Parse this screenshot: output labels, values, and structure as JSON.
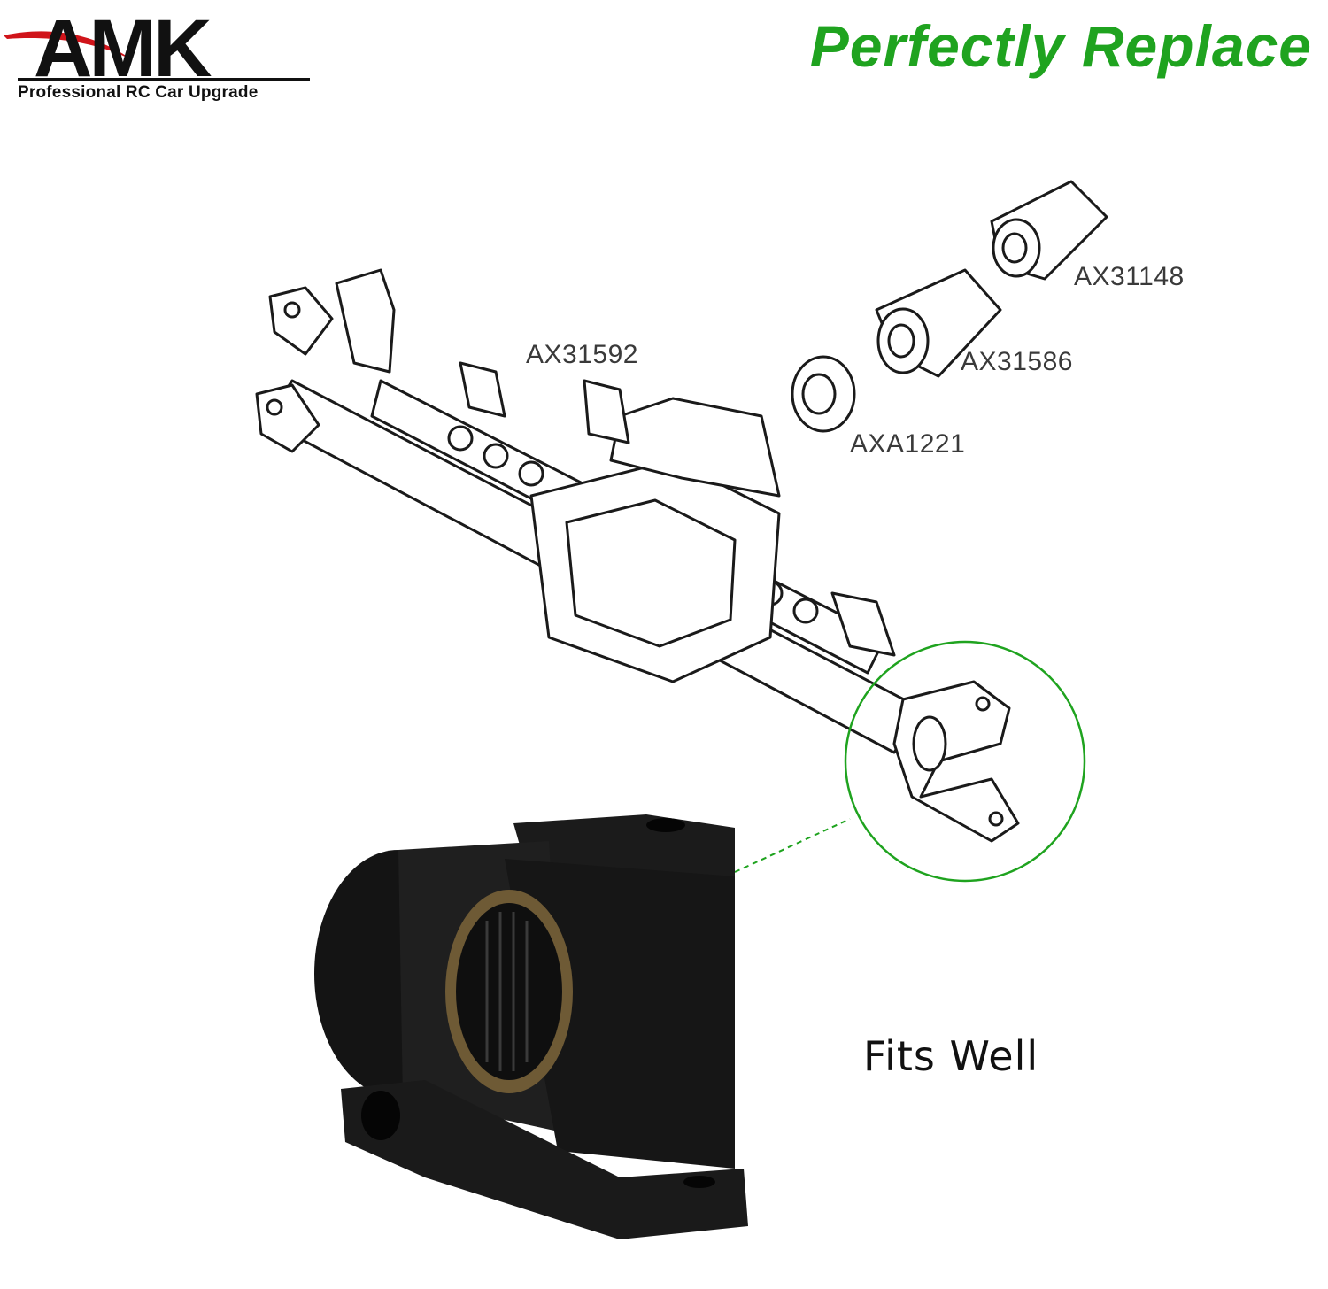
{
  "brand": {
    "name": "AMK",
    "tagline": "Professional RC Car Upgrade",
    "accent_color": "#d0141a"
  },
  "headline": {
    "text": "Perfectly Replace",
    "color": "#1fa31f"
  },
  "parts": [
    {
      "id": "AX31592"
    },
    {
      "id": "AX31586"
    },
    {
      "id": "AX31148"
    },
    {
      "id": "AXA1221"
    }
  ],
  "callout": {
    "text": "Fits Well",
    "highlight_color": "#1fa31f"
  }
}
